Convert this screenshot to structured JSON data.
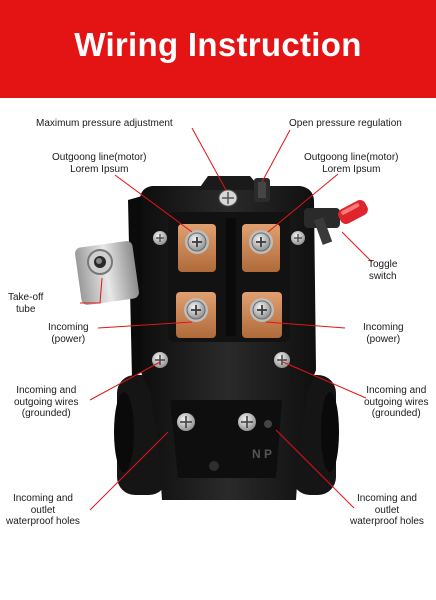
{
  "header": {
    "title": "Wiring Instruction",
    "background": "#e41414",
    "text_color": "#ffffff"
  },
  "callouts": {
    "max_pressure": "Maximum pressure adjustment",
    "open_pressure": "Open pressure regulation",
    "outgoing_left": {
      "line1": "Outgoong line(motor)",
      "line2": "Lorem Ipsum"
    },
    "outgoing_right": {
      "line1": "Outgoong line(motor)",
      "line2": "Lorem Ipsum"
    },
    "toggle": {
      "line1": "Toggle",
      "line2": "switch"
    },
    "takeoff": {
      "line1": "Take-off",
      "line2": "tube"
    },
    "incoming_left": {
      "line1": "Incoming",
      "line2": "(power)"
    },
    "incoming_right": {
      "line1": "Incoming",
      "line2": "(power)"
    },
    "ground_left": {
      "line1": "Incoming and",
      "line2": "outgoing wires",
      "line3": "(grounded)"
    },
    "ground_right": {
      "line1": "Incoming and",
      "line2": "outgoing wires",
      "line3": "(grounded)"
    },
    "holes_left": {
      "line1": "Incoming and",
      "line2": "outlet",
      "line3": "waterproof holes"
    },
    "holes_right": {
      "line1": "Incoming and",
      "line2": "outlet",
      "line3": "waterproof holes"
    }
  },
  "device_marking": "N P",
  "colors": {
    "leader_line": "#e41414",
    "housing": "#1d1d1d",
    "copper": "#c8824f",
    "toggle_cap": "#e0242b",
    "screw": "#c9c9c9"
  }
}
